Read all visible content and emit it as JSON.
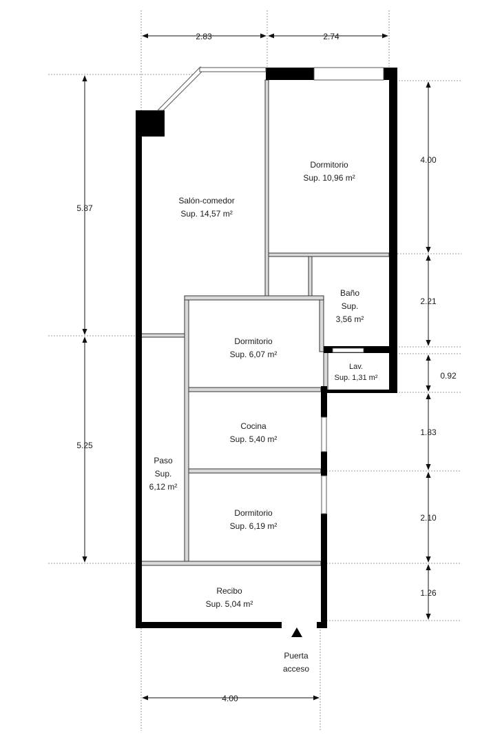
{
  "plan": {
    "rooms": [
      {
        "id": "salon",
        "name": "Salón-comedor",
        "area": "Sup. 14,57 m²"
      },
      {
        "id": "dorm1",
        "name": "Dormitorio",
        "area": "Sup. 10,96 m²"
      },
      {
        "id": "bano",
        "name": "Baño",
        "sup": "Sup.",
        "area": "3,56 m²"
      },
      {
        "id": "dorm2",
        "name": "Dormitorio",
        "area": "Sup. 6,07 m²"
      },
      {
        "id": "lav",
        "name": "Lav.",
        "area": "Sup. 1,31 m²"
      },
      {
        "id": "cocina",
        "name": "Cocina",
        "area": "Sup. 5,40 m²"
      },
      {
        "id": "paso",
        "name": "Paso",
        "sup": "Sup.",
        "area": "6,12 m²"
      },
      {
        "id": "dorm3",
        "name": "Dormitorio",
        "area": "Sup. 6,19 m²"
      },
      {
        "id": "recibo",
        "name": "Recibo",
        "area": "Sup. 5,04 m²"
      }
    ],
    "entrance": {
      "line1": "Puerta",
      "line2": "acceso"
    }
  },
  "dimensions": {
    "top": [
      "2.83",
      "2.74"
    ],
    "left": [
      "5.87",
      "5.25"
    ],
    "right": [
      "4.00",
      "2.21",
      "0.92",
      "1.83",
      "2.10",
      "1.26"
    ],
    "bottom": [
      "4.00"
    ]
  }
}
